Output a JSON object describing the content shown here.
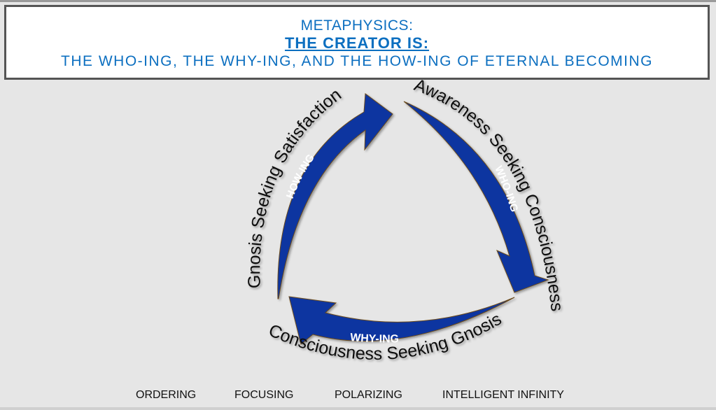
{
  "header": {
    "line1": "METAPHYSICS:",
    "line2": "THE CREATOR IS:",
    "line3": "THE WHO-ING, THE WHY-ING, AND THE HOW-ING OF ETERNAL BECOMING"
  },
  "diagram": {
    "arrows": [
      {
        "label": "HOW-ING",
        "outer_text": "Gnosis Seeking Satisfaction"
      },
      {
        "label": "WHO-ING",
        "outer_text": "Awareness Seeking Consciousness"
      },
      {
        "label": "WHY-ING",
        "outer_text": "Consciousness Seeking Gnosis"
      }
    ],
    "arrow_color": "#0a36a0",
    "title_color": "#0c6fc0"
  },
  "footer": {
    "items": [
      "ORDERING",
      "FOCUSING",
      "POLARIZING",
      "INTELLIGENT INFINITY"
    ]
  }
}
